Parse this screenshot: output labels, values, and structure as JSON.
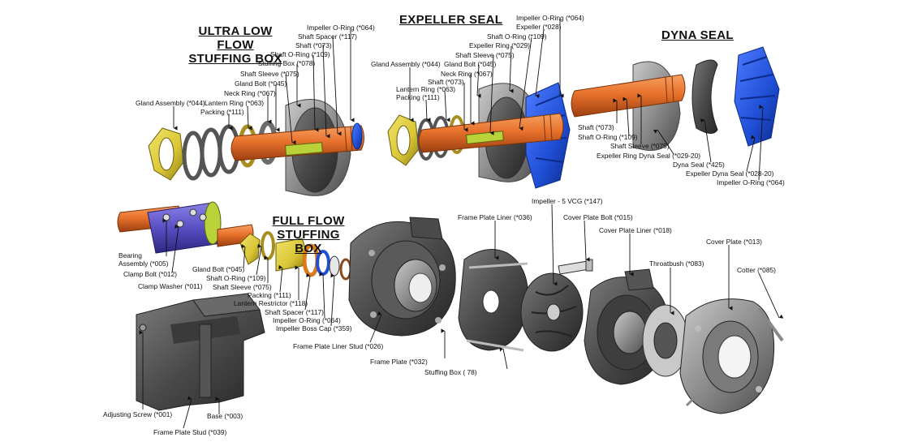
{
  "titles": {
    "ultra_low_flow": "ULTRA LOW FLOW STUFFING BOX",
    "expeller_seal": "EXPELLER SEAL",
    "dyna_seal": "DYNA SEAL",
    "full_flow": "FULL FLOW STUFFING BOX"
  },
  "labels": {
    "ulf_impeller_oring": "Impeller O-Ring (*064)",
    "ulf_shaft_spacer": "Shaft Spacer (*117)",
    "ulf_shaft": "Shaft (*073)",
    "ulf_shaft_oring": "Shaft O-Ring (*109)",
    "ulf_stuffing_box": "Stuffing Box (*078)",
    "ulf_shaft_sleeve": "Shaft Sleeve (*075)",
    "ulf_gland_bolt": "Gland Bolt (*045)",
    "ulf_neck_ring": "Neck Ring (*067)",
    "ulf_gland_assembly": "Gland Assembly (*044)",
    "ulf_lantern_ring": "Lantern Ring (*063)",
    "ulf_packing": "Packing (*111)",
    "es_impeller_oring": "Impeller O-Ring (*064)",
    "es_expeller": "Expeller (*028)",
    "es_shaft_oring": "Shaft O-Ring (*109)",
    "es_expeller_ring": "Expeller Ring (*029)",
    "es_shaft_sleeve": "Shaft Sleeve (*075)",
    "es_gland_assembly": "Gland Assembly (*044)",
    "es_gland_bolt": "Gland Bolt (*045)",
    "es_neck_ring": "Neck Ring (*067)",
    "es_shaft": "Shaft (*073)",
    "es_lantern_ring": "Lantern Ring (*063)",
    "es_packing": "Packing (*111)",
    "ds_shaft": "Shaft (*073)",
    "ds_shaft_oring": "Shaft O-Ring (*109)",
    "ds_shaft_sleeve": "Shaft Sleeve (*075)",
    "ds_expeller_ring": "Expeller Ring Dyna Seal (*029-20)",
    "ds_dyna_seal": "Dyna Seal (*425)",
    "ds_expeller": "Expeller Dyna Seal (*028-20)",
    "ds_impeller_oring": "Impeller O-Ring (*064)",
    "ff_bearing_assembly_1": "Bearing",
    "ff_bearing_assembly_2": "Assembly (*005)",
    "ff_clamp_bolt": "Clamp  Bolt (*012)",
    "ff_clamp_washer": "Clamp  Washer (*011)",
    "ff_gland_bolt": "Gland  Bolt (*045)",
    "ff_shaft_oring": "Shaft O-Ring (*109)",
    "ff_shaft_sleeve": "Shaft Sleeve (*075)",
    "ff_packing": "Packing (*111)",
    "ff_lantern_restrictor": "Lantern  Restrictor (*118)",
    "ff_shaft_spacer": "Shaft Spacer (*117)",
    "ff_impeller_oring": "Impeller O-Ring (*064)",
    "ff_impeller_boss_cap": "Impeller Boss Cap (*359)",
    "frame_plate_liner_stud": "Frame Plate Liner Stud (*026)",
    "frame_plate": "Frame Plate (*032)",
    "stuffing_box": "Stuffing Box (   78)",
    "frame_plate_liner": "Frame Plate Liner (*036)",
    "impeller": "Impeller - 5 VCG (*147)",
    "cover_plate_bolt": "Cover Plate Bolt (*015)",
    "cover_plate_liner": "Cover Plate Liner (*018)",
    "throatbush": "Throatbush (*083)",
    "cover_plate": "Cover Plate (*013)",
    "cotter": "Cotter (*085)",
    "adjusting_screw": "Adjusting Screw (*001)",
    "base": "Base (*003)",
    "frame_plate_stud": "Frame Plate Stud (*039)"
  },
  "colors": {
    "shaft_orange": "#e8722c",
    "impeller_blue": "#1f4fd6",
    "gland_yellow": "#d9c535",
    "metal_grey": "#8a8a8a",
    "dark_metal": "#4a4a4a",
    "bearing_purple": "#5a4fc4",
    "sleeve_green": "#b9d23a",
    "oring_brown": "#8a4a1e"
  }
}
